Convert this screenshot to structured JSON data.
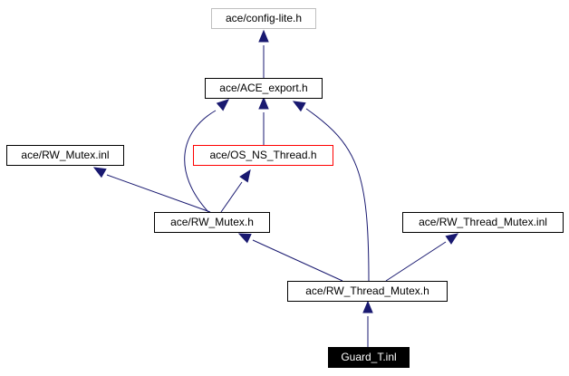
{
  "graph": {
    "edge_color": "#191970",
    "nodes": [
      {
        "id": "config_lite",
        "label": "ace/config-lite.h",
        "style": "dim"
      },
      {
        "id": "ace_export",
        "label": "ace/ACE_export.h",
        "style": "normal"
      },
      {
        "id": "rw_mutex_inl",
        "label": "ace/RW_Mutex.inl",
        "style": "normal"
      },
      {
        "id": "os_ns_thread",
        "label": "ace/OS_NS_Thread.h",
        "style": "red"
      },
      {
        "id": "rw_mutex_h",
        "label": "ace/RW_Mutex.h",
        "style": "normal"
      },
      {
        "id": "rw_thread_mutex_inl",
        "label": "ace/RW_Thread_Mutex.inl",
        "style": "normal"
      },
      {
        "id": "rw_thread_mutex_h",
        "label": "ace/RW_Thread_Mutex.h",
        "style": "normal"
      },
      {
        "id": "guard_t_inl",
        "label": "Guard_T.inl",
        "style": "current"
      }
    ],
    "edges": [
      {
        "from": "ace_export",
        "to": "config_lite"
      },
      {
        "from": "os_ns_thread",
        "to": "ace_export"
      },
      {
        "from": "rw_mutex_h",
        "to": "ace_export"
      },
      {
        "from": "rw_mutex_h",
        "to": "rw_mutex_inl"
      },
      {
        "from": "rw_mutex_h",
        "to": "os_ns_thread"
      },
      {
        "from": "rw_thread_mutex_h",
        "to": "ace_export"
      },
      {
        "from": "rw_thread_mutex_h",
        "to": "rw_mutex_h"
      },
      {
        "from": "rw_thread_mutex_h",
        "to": "rw_thread_mutex_inl"
      },
      {
        "from": "guard_t_inl",
        "to": "rw_thread_mutex_h"
      }
    ]
  }
}
